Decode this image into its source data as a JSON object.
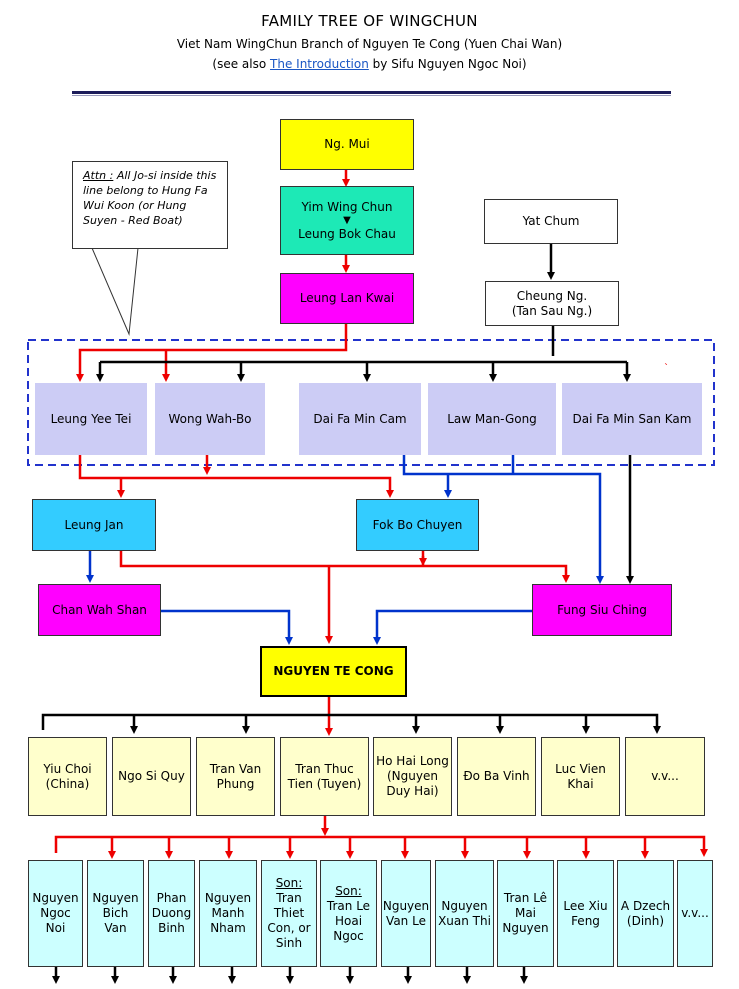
{
  "header": {
    "title": "FAMILY TREE OF WINGCHUN",
    "subtitle": "Viet Nam WingChun Branch of Nguyen Te Cong (Yuen Chai Wan)",
    "see_also_prefix": "(see also ",
    "see_also_link": "The Introduction",
    "see_also_suffix": " by Sifu Nguyen Ngoc Noi)"
  },
  "attn_note": {
    "label": "Attn :",
    "text": " All Jo-si inside this line belong to Hung Fa Wui Koon (or Hung Suyen - Red Boat)"
  },
  "nodes": {
    "ng_mui": "Ng. Mui",
    "yim_wing_chun": "Yim Wing Chun",
    "leung_bok_chau": "Leung Bok Chau",
    "leung_lan_kwai": "Leung Lan Kwai",
    "yat_chum": "Yat Chum",
    "cheung_ng": "Cheung Ng.",
    "cheung_ng_alt": "(Tan Sau Ng.)",
    "leung_yee_tei": "Leung Yee Tei",
    "wong_wah_bo": "Wong Wah-Bo",
    "dai_fa_min_cam": "Dai Fa Min Cam",
    "law_man_gong": "Law Man-Gong",
    "dai_fa_min_san_kam": "Dai Fa Min San Kam",
    "leung_jan": "Leung Jan",
    "fok_bo_chuyen": "Fok Bo Chuyen",
    "chan_wah_shan": "Chan Wah Shan",
    "fung_siu_ching": "Fung Siu Ching",
    "nguyen_te_cong": "NGUYEN TE CONG"
  },
  "students": [
    "Yiu Choi (China)",
    "Ngo Si Quy",
    "Tran Van Phung",
    "Tran Thuc Tien (Tuyen)",
    "Ho Hai Long (Nguyen Duy Hai)",
    "Đo Ba Vinh",
    "Luc Vien Khai",
    "v.v..."
  ],
  "grand_students": [
    {
      "prefix": "",
      "name": "Nguyen Ngoc Noi"
    },
    {
      "prefix": "",
      "name": "Nguyen Bich Van"
    },
    {
      "prefix": "",
      "name": "Phan Duong Binh"
    },
    {
      "prefix": "",
      "name": "Nguyen Manh Nham"
    },
    {
      "prefix": "Son:",
      "name": "Tran Thiet Con, or Sinh"
    },
    {
      "prefix": "Son:",
      "name": "Tran Le Hoai Ngoc"
    },
    {
      "prefix": "",
      "name": "Nguyen Van Le"
    },
    {
      "prefix": "",
      "name": "Nguyen Xuan Thi"
    },
    {
      "prefix": "",
      "name": "Tran Lê Mai Nguyen"
    },
    {
      "prefix": "",
      "name": "Lee Xiu Feng"
    },
    {
      "prefix": "",
      "name": "A Dzech (Dinh)"
    },
    {
      "prefix": "",
      "name": "v.v..."
    }
  ],
  "colors": {
    "red_line": "#ee0000",
    "blue_line": "#0033cc",
    "black_line": "#000000",
    "dashed_border": "#2233cc"
  }
}
